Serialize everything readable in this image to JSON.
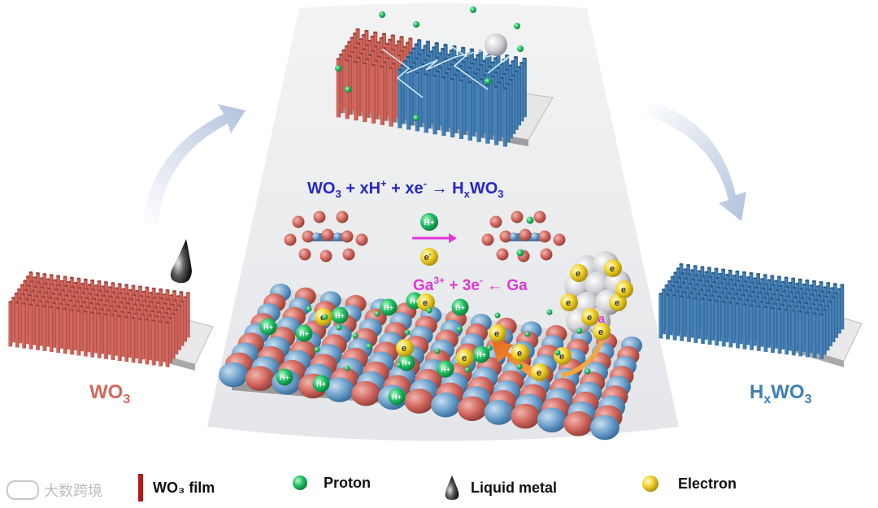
{
  "labels": {
    "left_film": "WO",
    "left_film_sub": "3",
    "right_film": "H",
    "right_film_x": "x",
    "right_film_rest": "WO",
    "right_film_sub": "3"
  },
  "equation": {
    "part1": "WO",
    "sub1": "3",
    "part2": " + xH",
    "sup2": "+",
    "part3": " + xe",
    "sup3": "-",
    "arrow": " → H",
    "subx": "x",
    "part4": "WO",
    "sub4": "3"
  },
  "ga_reaction": {
    "ga": "Ga",
    "sup": "3+",
    "mid": " + 3e",
    "sup2": "-",
    "end": " ← Ga"
  },
  "particles": {
    "proton": "H+",
    "electron": "e",
    "electron_sup": "-",
    "ga": "Ga"
  },
  "legend": {
    "film": "WO₃ film",
    "proton": "Proton",
    "liquid_metal": "Liquid metal",
    "electron": "Electron"
  },
  "watermark": "大数跨境",
  "colors": {
    "wo3": "#d2685f",
    "hxwo3": "#3f7fb6",
    "equation": "#2727c8",
    "ga_text": "#e036d8",
    "proton": "#1fbf62",
    "electron": "#e8c51b",
    "legend_bar": "#b01c1c"
  }
}
